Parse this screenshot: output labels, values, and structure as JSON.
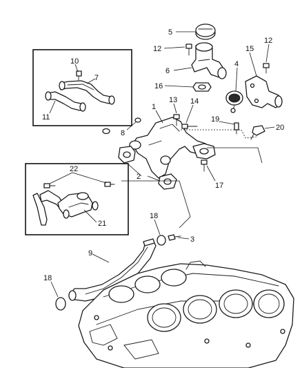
{
  "callouts": {
    "c1": "1",
    "c2": "2",
    "c3": "3",
    "c4": "4",
    "c5": "5",
    "c6": "6",
    "c7": "7",
    "c8": "8",
    "c9": "9",
    "c10": "10",
    "c11": "11",
    "c12a": "12",
    "c12b": "12",
    "c13": "13",
    "c14": "14",
    "c15": "15",
    "c16": "16",
    "c17": "17",
    "c18a": "18",
    "c18b": "18",
    "c19": "19",
    "c20": "20",
    "c21": "21",
    "c22": "22"
  },
  "colors": {
    "line": "#1a1a1a",
    "background": "#ffffff"
  }
}
